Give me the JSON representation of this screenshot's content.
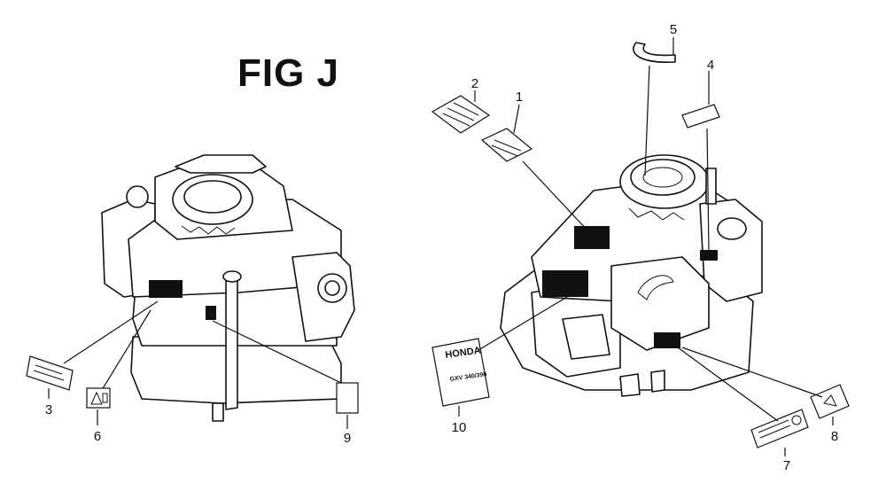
{
  "figure": {
    "title": "FIG J"
  },
  "callouts": {
    "c1": "1",
    "c2": "2",
    "c3": "3",
    "c4": "4",
    "c5": "5",
    "c6": "6",
    "c7": "7",
    "c8": "8",
    "c9": "9",
    "c10": "10"
  },
  "labels": {
    "honda_line1": "HONDA",
    "honda_line2": "GXV 340/390"
  },
  "colors": {
    "ink": "#111111",
    "paper": "#ffffff"
  }
}
